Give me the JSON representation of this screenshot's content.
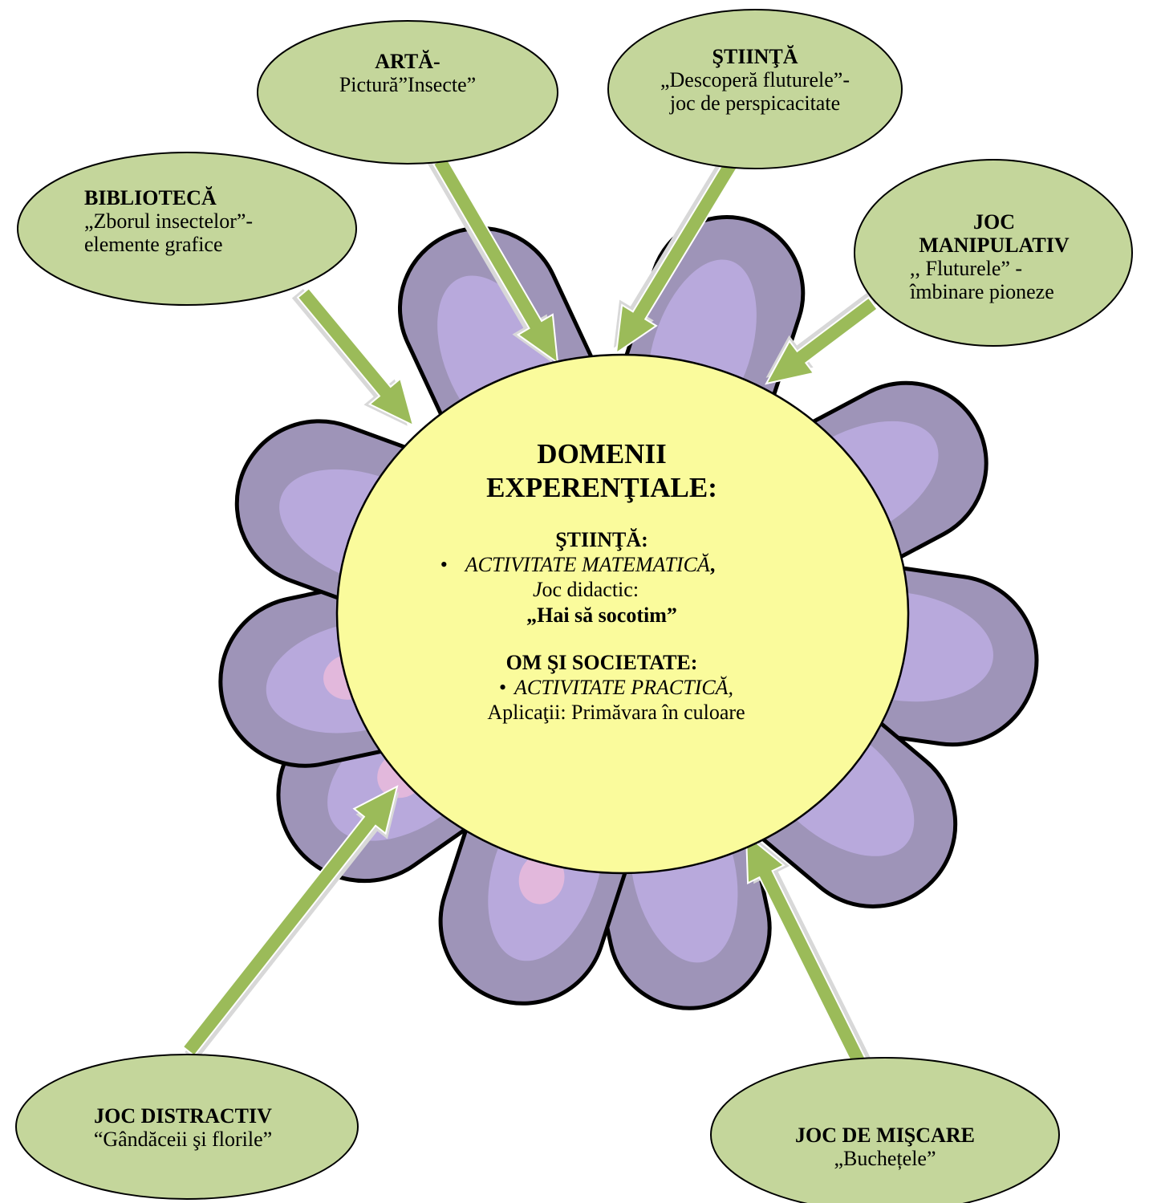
{
  "colors": {
    "petal_outer": "#9e94b8",
    "petal_inner": "#b8a9dc",
    "petal_spot": "#e2b8dc",
    "center_fill": "#fafb9c",
    "bubble_fill": "#c4d69b",
    "arrow_fill": "#9bbb59",
    "outline": "#000000"
  },
  "center": {
    "title_line1": "DOMENII",
    "title_line2": "EXPERENŢIALE:",
    "area1_title": "ŞTIINŢĂ:",
    "bullet": "•",
    "activity1": "ACTIVITATE MATEMATICĂ",
    "activity1_suffix": ",",
    "game_type_j": "J",
    "game_type_rest": "oc didactic:",
    "game_name": "„Hai să socotim”",
    "area2_title": "OM ŞI SOCIETATE:",
    "activity2": "ACTIVITATE PRACTICĂ,",
    "applications": "Aplicaţii: Primăvara în culoare"
  },
  "nodes": {
    "arta": {
      "title": "ARTĂ-",
      "text": "Pictură”Insecte”"
    },
    "stiinta": {
      "title": "ŞTIINŢĂ",
      "text1": "„Descoperă fluturele”-",
      "text2": "joc de perspicacitate"
    },
    "biblioteca": {
      "title": "BIBLIOTECĂ",
      "text1": "„Zborul insectelor”-",
      "text2": "elemente grafice"
    },
    "joc_manipulativ": {
      "title1": "JOC",
      "title2": "MANIPULATIV",
      "text1": ",, Fluturele” -",
      "text2": "îmbinare pioneze"
    },
    "joc_distractiv": {
      "title": "JOC DISTRACTIV",
      "text": "“Gândăceii şi florile”"
    },
    "joc_de_miscare": {
      "title": "JOC DE MIŞCARE",
      "text": "„Buchețele”"
    }
  }
}
